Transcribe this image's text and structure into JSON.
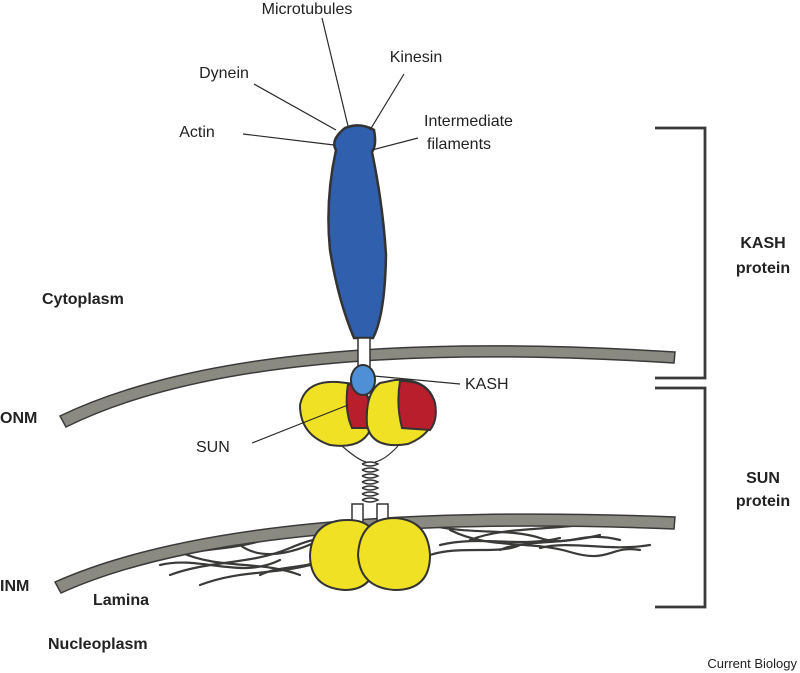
{
  "labels": {
    "microtubules": "Microtubules",
    "dynein": "Dynein",
    "kinesin": "Kinesin",
    "actin": "Actin",
    "intermediate_line1": "Intermediate",
    "intermediate_line2": "filaments",
    "kash_protein_line1": "KASH",
    "kash_protein_line2": "protein",
    "sun_protein_line1": "SUN",
    "sun_protein_line2": "protein",
    "kash": "KASH",
    "sun": "SUN",
    "cytoplasm": "Cytoplasm",
    "onm": "ONM",
    "inm": "INM",
    "lamina": "Lamina",
    "nucleoplasm": "Nucleoplasm",
    "credit": "Current Biology"
  },
  "colors": {
    "kash_body": "#2f5fad",
    "kash_domain": "#4f8fd6",
    "sun_yellow": "#f0e125",
    "sun_red": "#b81e2b",
    "membrane": "#8a8a82",
    "outline": "#333333"
  }
}
